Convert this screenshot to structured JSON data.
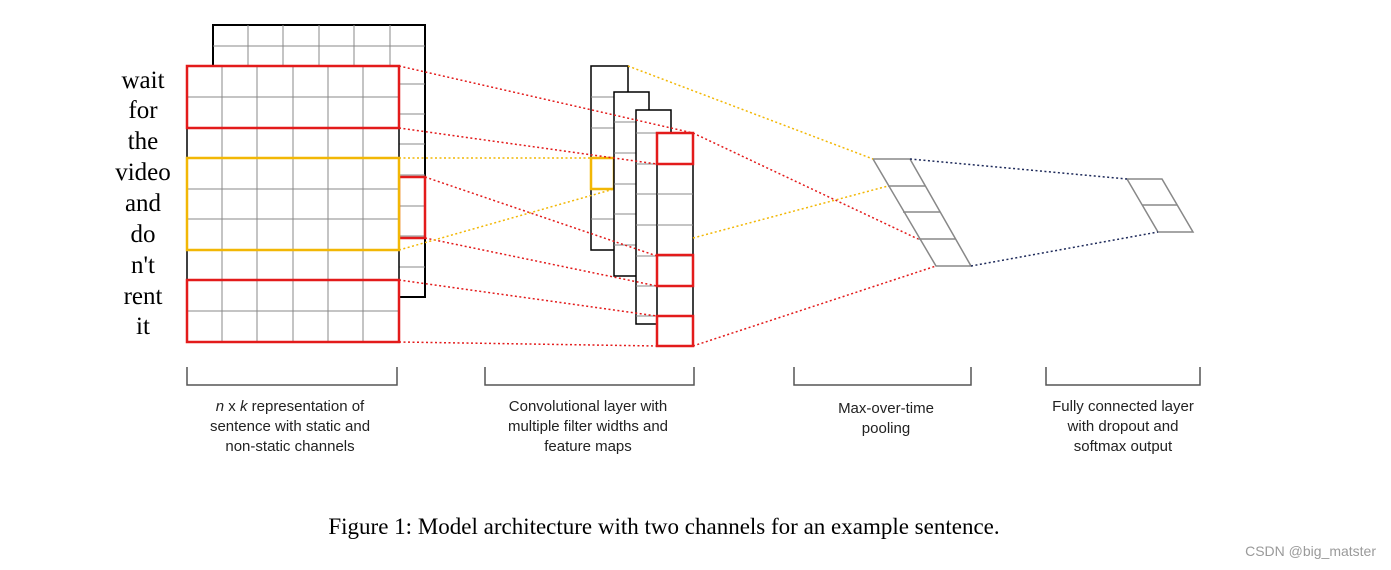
{
  "sentence": {
    "words": [
      "wait",
      "for",
      "the",
      "video",
      "and",
      "do",
      "n't",
      "rent",
      "it"
    ]
  },
  "stage_labels": {
    "input": {
      "line1_n": "n",
      "line1_x": " x ",
      "line1_k": "k",
      "line1_rest": " representation of",
      "line2": "sentence with static and",
      "line3": "non-static channels"
    },
    "conv": {
      "line1": "Convolutional layer with",
      "line2": "multiple filter widths and",
      "line3": "feature maps"
    },
    "pool": {
      "line1": "Max-over-time",
      "line2": "pooling"
    },
    "fc": {
      "line1": "Fully connected layer",
      "line2": "with dropout and",
      "line3": "softmax output"
    }
  },
  "caption": "Figure 1: Model architecture with two channels for an example sentence.",
  "watermark": "CSDN @big_matster",
  "colors": {
    "grid": "#888888",
    "outline": "#000000",
    "filter_red": "#e31b1b",
    "filter_yellow": "#f2b705",
    "fc_link": "#1e2a5a",
    "bracket": "#555555"
  }
}
